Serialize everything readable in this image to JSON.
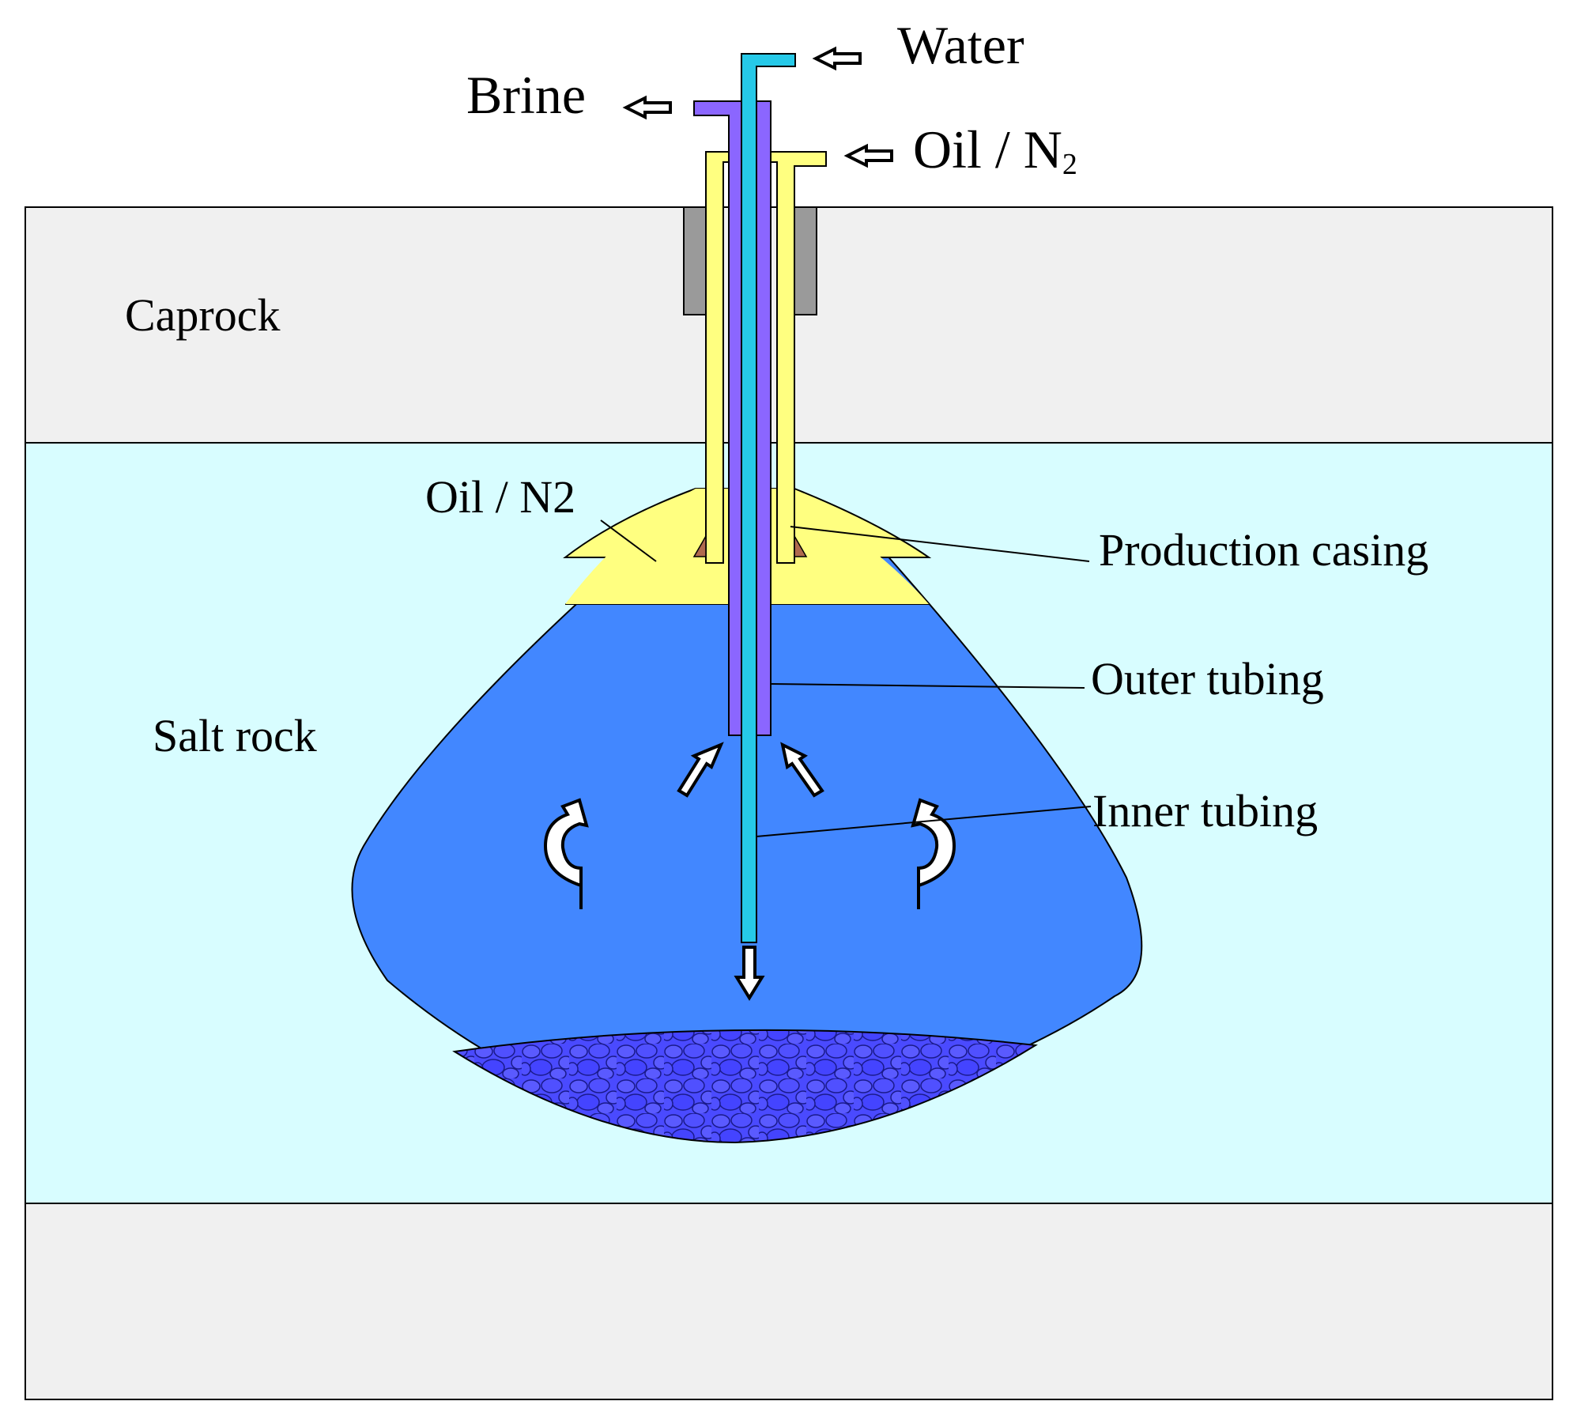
{
  "labels": {
    "water": "Water",
    "brine": "Brine",
    "oil_n2_top": "Oil / N",
    "oil_n2_top_sub": "2",
    "caprock": "Caprock",
    "salt_rock": "Salt rock",
    "oil_n2_cavern": "Oil / N2",
    "production_casing": "Production casing",
    "outer_tubing": "Outer tubing",
    "inner_tubing": "Inner tubing"
  },
  "colors": {
    "caprock": "#f0f0f0",
    "salt_rock": "#d8fdff",
    "brine_in_cavern": "#4287ff",
    "oil_blanket": "#ffff80",
    "production_casing": "#ffff80",
    "outer_tubing": "#8b66ff",
    "inner_tubing": "#26c9e8",
    "cement": "#9a9a9a",
    "packer": "#b06a4e",
    "insolubles": "#4a4aff"
  }
}
